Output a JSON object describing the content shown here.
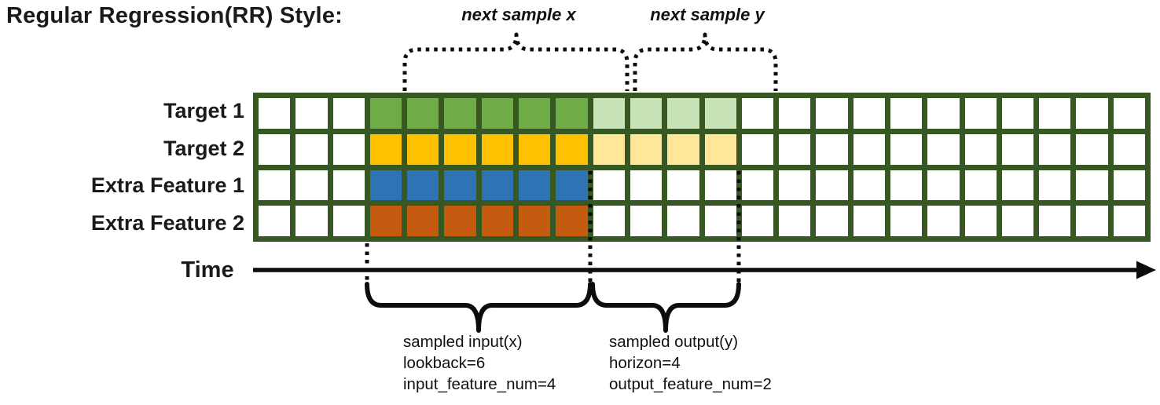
{
  "title": "Regular Regression(RR) Style:",
  "annotations": {
    "next_sample_x": "next sample x",
    "next_sample_y": "next sample y"
  },
  "time_axis": {
    "label": "Time"
  },
  "captions": {
    "input": {
      "line1": "sampled input(x)",
      "line2": "lookback=6",
      "line3": "input_feature_num=4"
    },
    "output": {
      "line1": "sampled output(y)",
      "line2": "horizon=4",
      "line3": "output_feature_num=2"
    }
  },
  "grid": {
    "columns": 24,
    "input_start_col": 4,
    "lookback": 6,
    "horizon": 4,
    "line_color": "#375723",
    "cell_color": "#ffffff",
    "rows": [
      {
        "label": "Target 1",
        "input_color": "#6FAC47",
        "output_color": "#C9E3B9"
      },
      {
        "label": "Target 2",
        "input_color": "#FFC000",
        "output_color": "#FFE699"
      },
      {
        "label": "Extra Feature 1",
        "input_color": "#2E74B5",
        "output_color": null
      },
      {
        "label": "Extra Feature 2",
        "input_color": "#C55A11",
        "output_color": null
      }
    ]
  }
}
